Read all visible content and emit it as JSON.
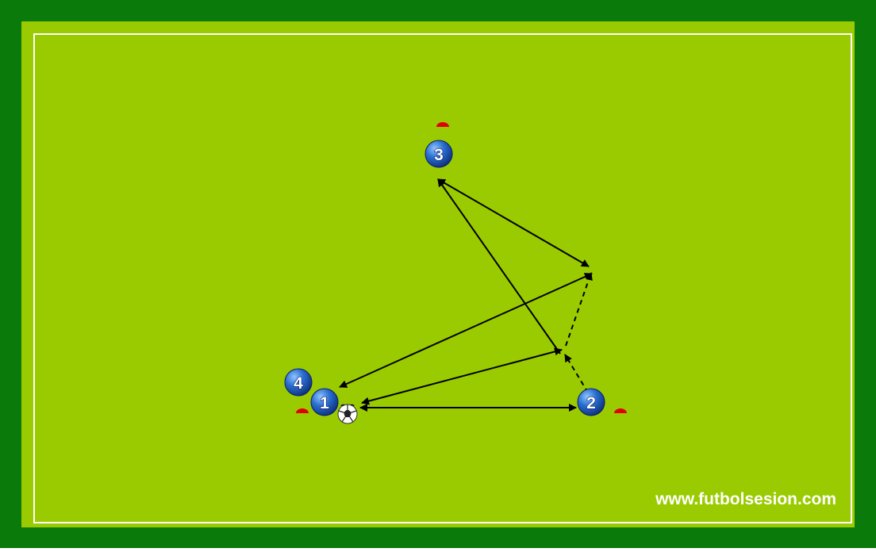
{
  "field": {
    "outer_color": "#0a7a0a",
    "grass_color": "#9acb00",
    "line_color": "#ffffff"
  },
  "players": [
    {
      "id": "player-1",
      "label": "1"
    },
    {
      "id": "player-2",
      "label": "2"
    },
    {
      "id": "player-3",
      "label": "3"
    },
    {
      "id": "player-4",
      "label": "4"
    }
  ],
  "player_color": "#1a56b8",
  "cone_color": "#e00000",
  "ball_icon": "soccer-ball-icon",
  "watermark": "www.futbolsesion.com"
}
